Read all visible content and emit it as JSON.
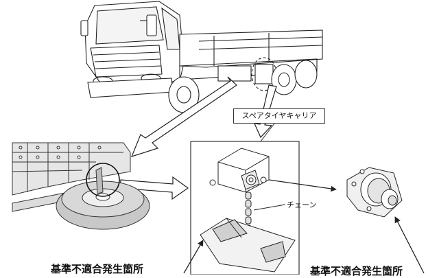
{
  "labels": {
    "spare_tire_carrier": "スペアタイヤキャリア",
    "chain": "チェーン",
    "nonconformity_left": "基準不適合発生箇所",
    "nonconformity_right": "基準不適合発生箇所"
  },
  "colors": {
    "line": "#222222",
    "frame_fill": "#e6e6e6",
    "tire_fill": "#c8c8c8",
    "arrow_fill": "#ffffff"
  }
}
